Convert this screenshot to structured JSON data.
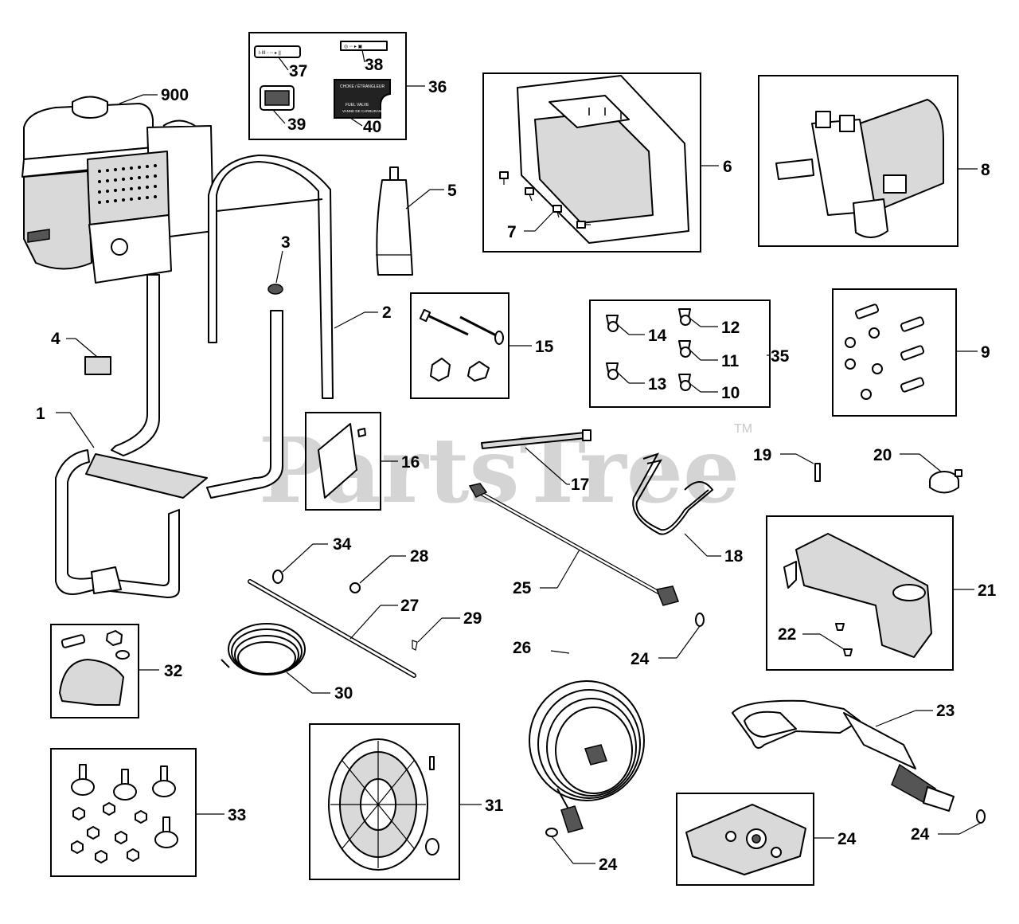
{
  "watermark": {
    "text": "PartsTree",
    "trademark": "TM"
  },
  "callouts": {
    "c900": "900",
    "c1": "1",
    "c2": "2",
    "c3": "3",
    "c4": "4",
    "c5": "5",
    "c6": "6",
    "c7": "7",
    "c8": "8",
    "c9": "9",
    "c10": "10",
    "c11": "11",
    "c12": "12",
    "c13": "13",
    "c14": "14",
    "c15": "15",
    "c16": "16",
    "c17": "17",
    "c18": "18",
    "c19": "19",
    "c20": "20",
    "c21": "21",
    "c22": "22",
    "c23": "23",
    "c24a": "24",
    "c24b": "24",
    "c24c": "24",
    "c24d": "24",
    "c25": "25",
    "c26": "26",
    "c27": "27",
    "c28": "28",
    "c29": "29",
    "c30": "30",
    "c31": "31",
    "c32": "32",
    "c33": "33",
    "c34": "34",
    "c35": "35",
    "c36": "36",
    "c37": "37",
    "c38": "38",
    "c39": "39",
    "c40": "40"
  },
  "decal_text": {
    "choke": "CHOKE / ÉTRANGLEUR",
    "fuel": "FUEL VALVE",
    "fuel_fr": "VANNE DE CARBURANT"
  },
  "icons": [
    "engine-icon",
    "frame-icon",
    "handle-icon",
    "pump-icon",
    "wheel-icon",
    "hose-icon",
    "spray-gun-icon",
    "wand-icon"
  ]
}
